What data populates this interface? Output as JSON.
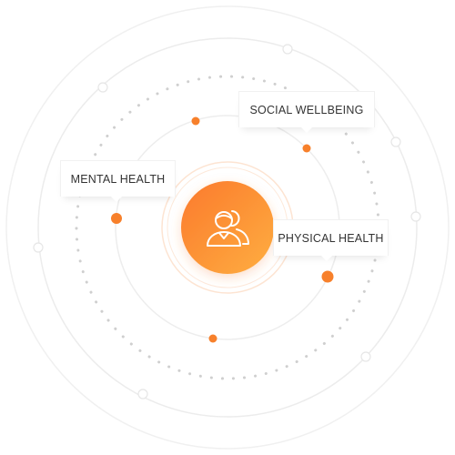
{
  "diagram": {
    "labels": {
      "social": "SOCIAL WELLBEING",
      "mental": "MENTAL HEALTH",
      "physical": "PHYSICAL HEALTH"
    },
    "center_icon": "people-icon",
    "colors": {
      "accent_start": "#fb7f30",
      "accent_end": "#fdab3f",
      "node_orange": "#f7802b",
      "ring_line": "#ececec",
      "ring_dots": "#cfcfcf",
      "glow": "#fde0c8"
    }
  }
}
